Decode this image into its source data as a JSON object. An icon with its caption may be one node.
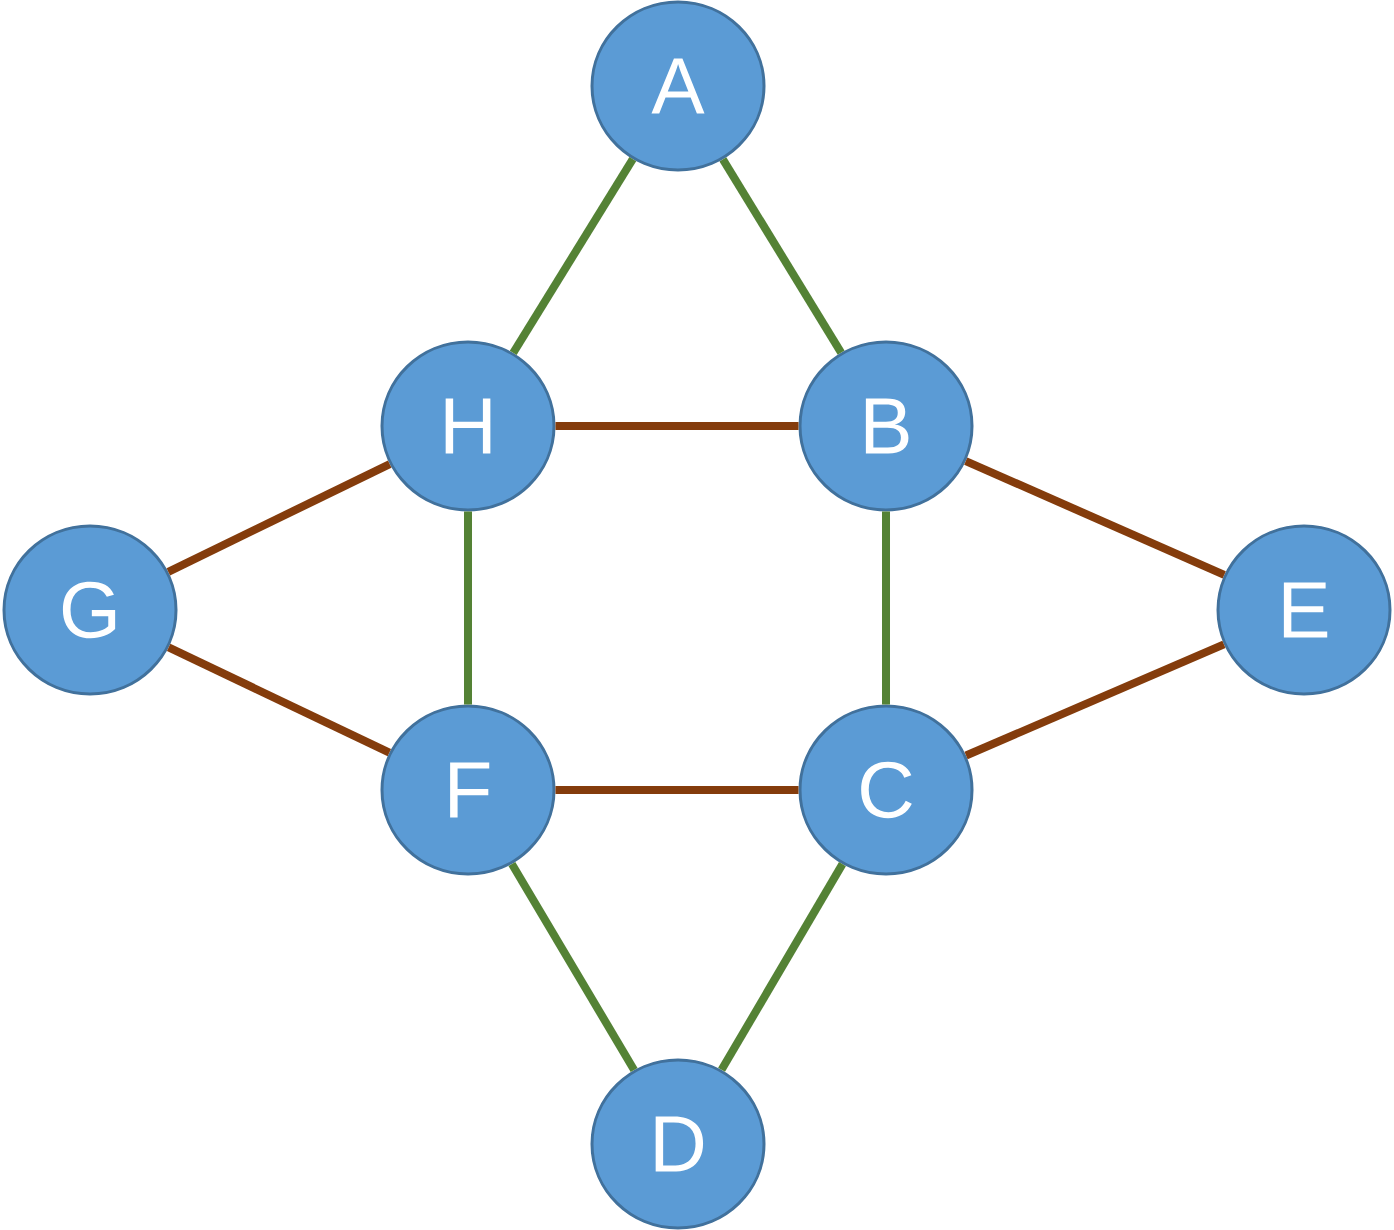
{
  "diagram": {
    "nodes": [
      {
        "text": [
          "A"
        ]
      },
      {
        "text": [
          "H"
        ]
      },
      {
        "text": [
          "B"
        ]
      },
      {
        "text": [
          "G"
        ]
      },
      {
        "text": [
          "E"
        ]
      },
      {
        "text": [
          "F"
        ]
      },
      {
        "text": [
          "C"
        ]
      },
      {
        "text": [
          "D"
        ]
      }
    ],
    "edges": [
      {
        "from": 0,
        "to": 1,
        "arrow": "none",
        "color": "#548235"
      },
      {
        "from": 0,
        "to": 2,
        "arrow": "none",
        "color": "#548235"
      },
      {
        "from": 1,
        "to": 2,
        "arrow": "none",
        "color": "#843c0c"
      },
      {
        "from": 3,
        "to": 1,
        "arrow": "none",
        "color": "#843c0c"
      },
      {
        "from": 2,
        "to": 4,
        "arrow": "none",
        "color": "#843c0c"
      },
      {
        "from": 1,
        "to": 5,
        "arrow": "none",
        "color": "#548235"
      },
      {
        "from": 2,
        "to": 6,
        "arrow": "none",
        "color": "#548235"
      },
      {
        "from": 3,
        "to": 5,
        "arrow": "none",
        "color": "#843c0c"
      },
      {
        "from": 5,
        "to": 6,
        "arrow": "none",
        "color": "#843c0c"
      },
      {
        "from": 6,
        "to": 4,
        "arrow": "none",
        "color": "#843c0c"
      },
      {
        "from": 5,
        "to": 7,
        "arrow": "none",
        "color": "#548235"
      },
      {
        "from": 6,
        "to": 7,
        "arrow": "none",
        "color": "#548235"
      }
    ]
  }
}
